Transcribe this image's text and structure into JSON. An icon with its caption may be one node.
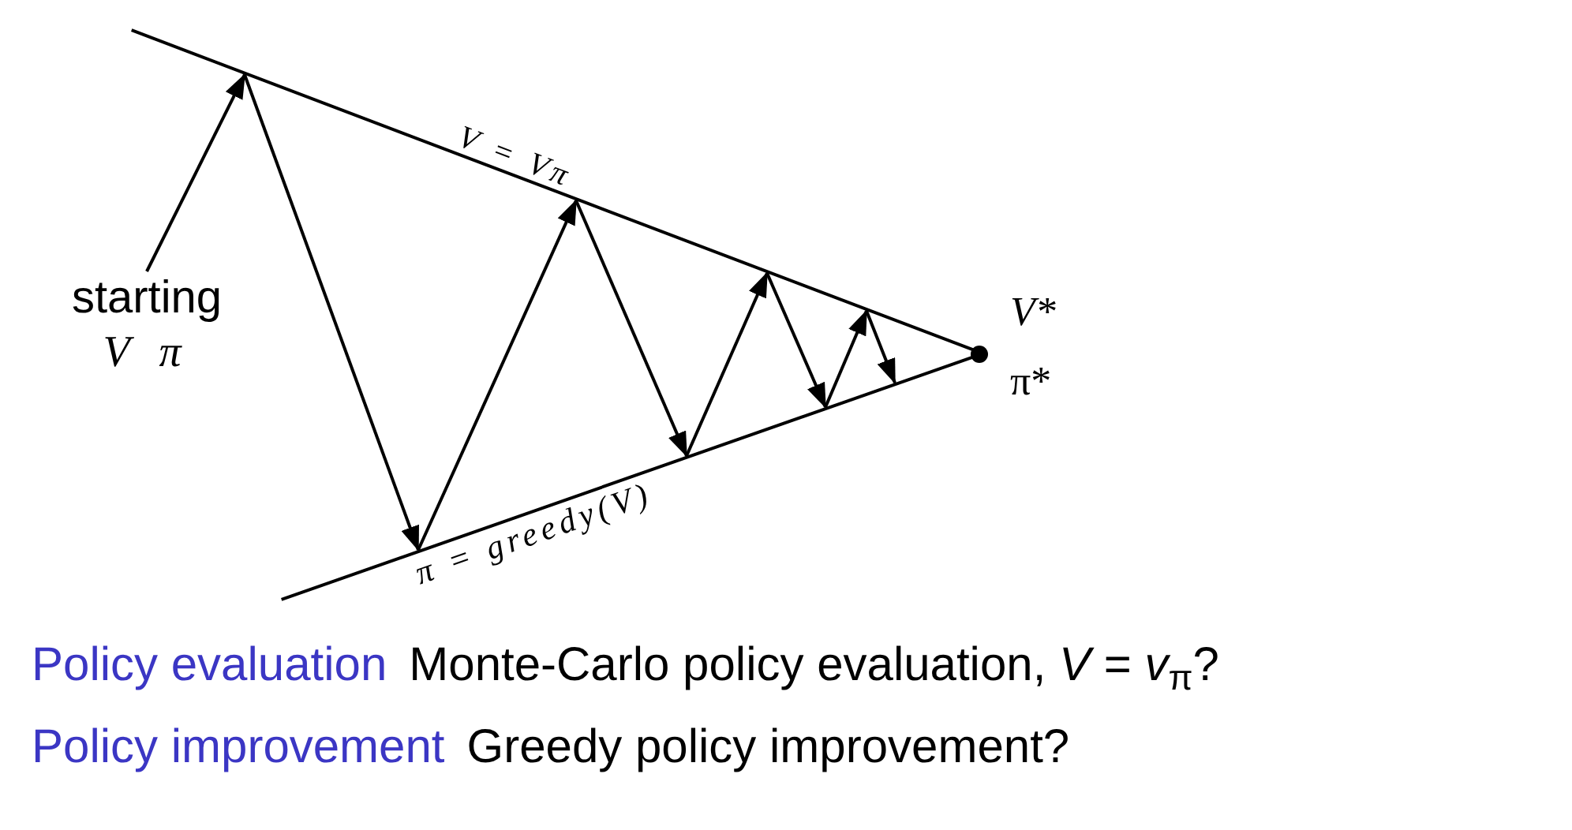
{
  "diagram": {
    "nodes": [
      {
        "text": [
          "starting",
          "V π"
        ]
      },
      {
        "text": [
          "V = Vπ"
        ]
      },
      {
        "text": [
          "π = greedy(V)"
        ]
      },
      {
        "text": [],
        "shape": "circle",
        "beside": [
          "V*",
          "π*"
        ]
      }
    ],
    "edges": [
      {
        "from": 0,
        "to": 1,
        "arrow": "to"
      },
      {
        "from": 1,
        "to": 2,
        "arrow": "to"
      },
      {
        "from": 2,
        "to": 1,
        "arrow": "to"
      },
      {
        "from": 1,
        "to": 2,
        "arrow": "to"
      },
      {
        "from": 2,
        "to": 1,
        "arrow": "to"
      },
      {
        "from": 1,
        "to": 2,
        "arrow": "to"
      },
      {
        "from": 2,
        "to": 1,
        "arrow": "to"
      },
      {
        "from": 1,
        "to": 2,
        "arrow": "to"
      }
    ],
    "labels": [
      "Policy evaluation",
      "Monte-Carlo policy evaluation, *V* = *v*$_{π}$?",
      "Policy improvement",
      "Greedy policy improvement?"
    ]
  }
}
